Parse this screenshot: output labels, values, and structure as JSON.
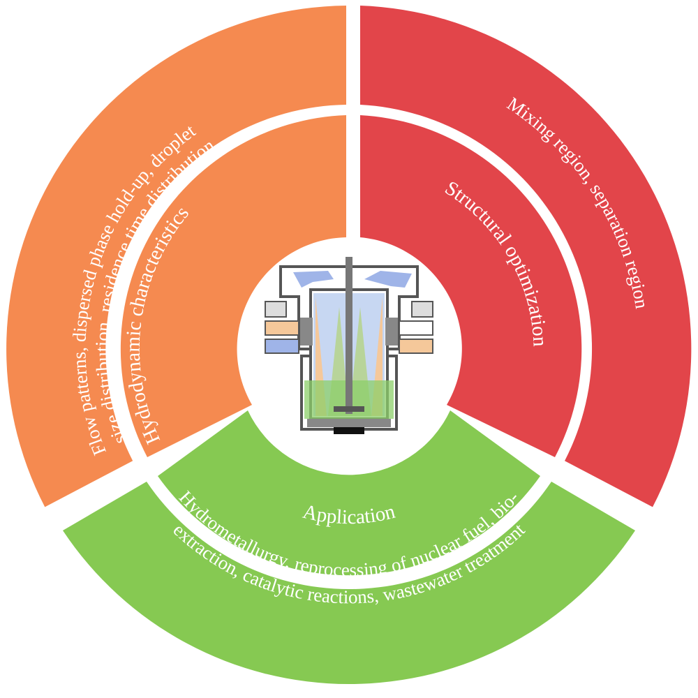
{
  "segments": {
    "hydrodynamics": {
      "inner_label": "Hydrodynamic characteristics",
      "outer_line1": "Flow patterns, dispersed phase hold-up, droplet",
      "outer_line2": "size distribution, residence time distribution",
      "color": "#f58a50"
    },
    "structure": {
      "inner_label": "Structural optimization",
      "outer_label": "Mixing region, separation region",
      "color": "#e2454a"
    },
    "application": {
      "inner_label": "Application",
      "outer_line1": "Hydrometallurgy, reprocessing of nuclear fuel, bio-",
      "outer_line2": "extraction, catalytic reactions, wastewater treatment",
      "color": "#86c952"
    }
  },
  "center_icon": "annular-centrifugal-contactor-cross-section"
}
